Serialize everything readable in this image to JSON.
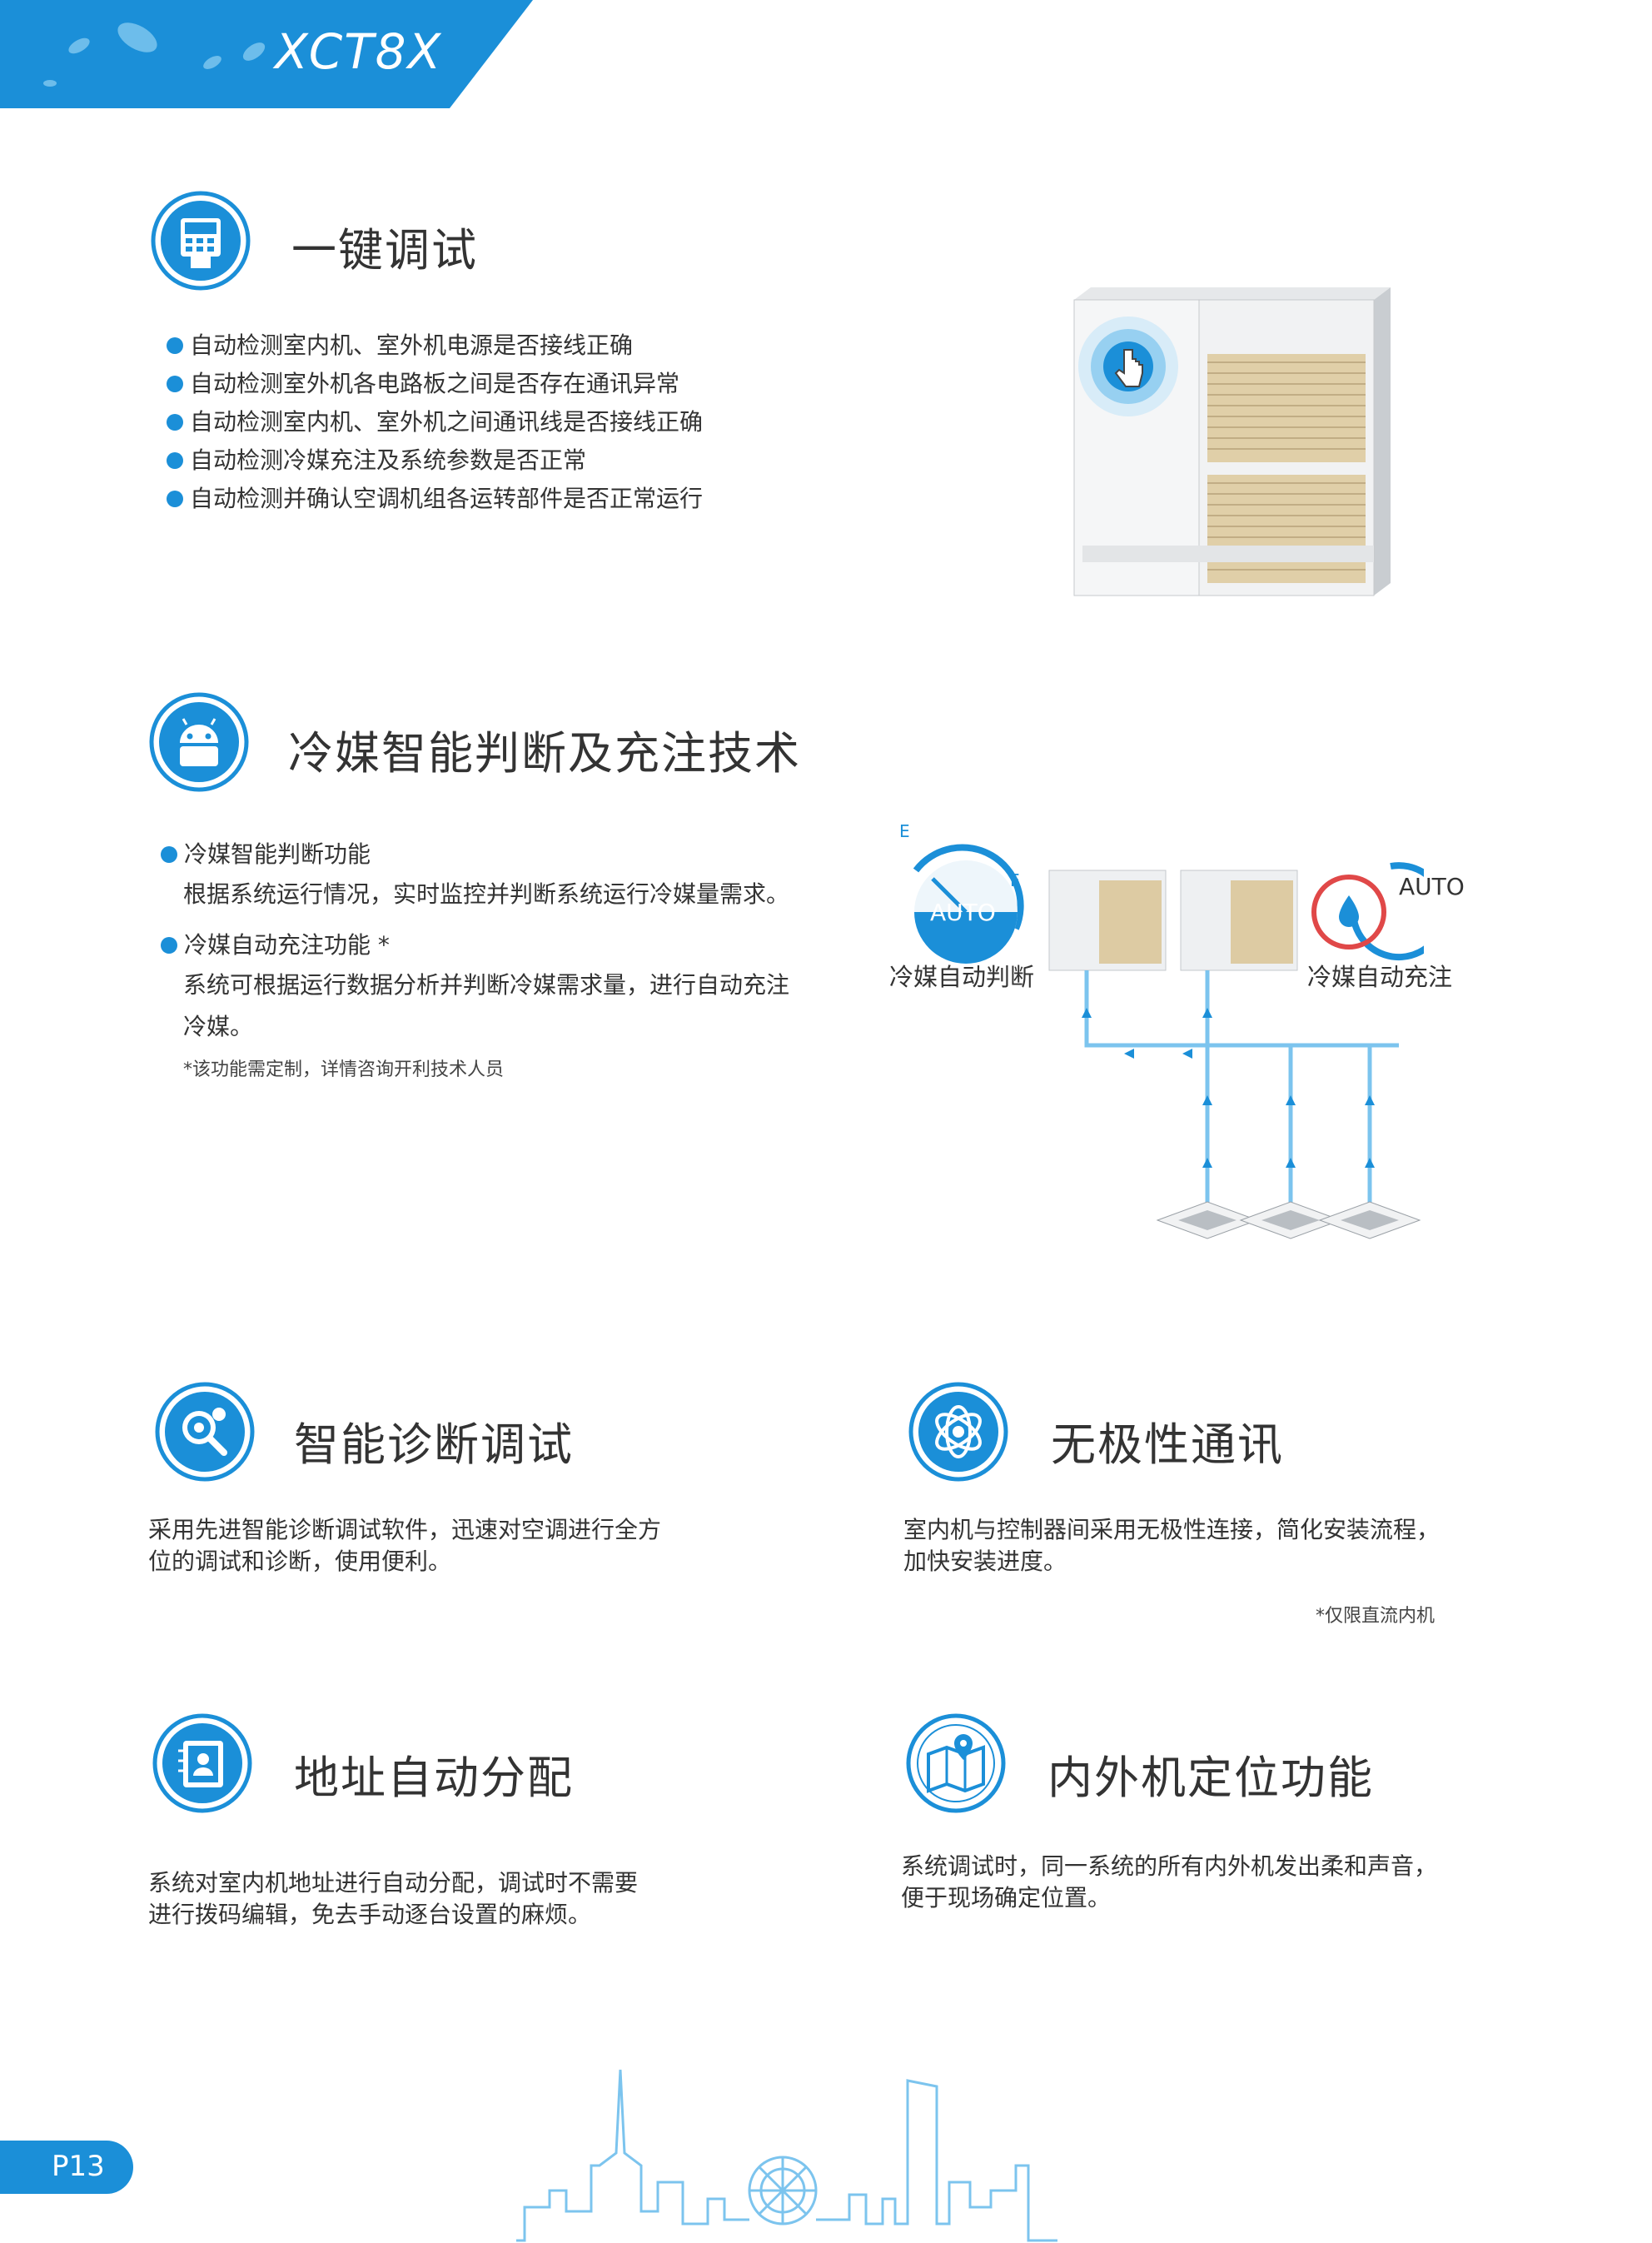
{
  "header": {
    "brand": "XCT8X"
  },
  "section1": {
    "title": "一键调试",
    "bullets": [
      "自动检测室内机、室外机电源是否接线正确",
      "自动检测室外机各电路板之间是否存在通讯异常",
      "自动检测室内机、室外机之间通讯线是否接线正确",
      "自动检测冷媒充注及系统参数是否正常",
      "自动检测并确认空调机组各运转部件是否正常运行"
    ],
    "icon": "control-panel-icon"
  },
  "section2": {
    "title": "冷媒智能判断及充注技术",
    "icon": "android-robot-icon",
    "items": [
      {
        "label": "冷媒智能判断功能",
        "desc": "根据系统运行情况，实时监控并判断系统运行冷媒量需求。"
      },
      {
        "label": "冷媒自动充注功能 *",
        "desc1": "系统可根据运行数据分析并判断冷媒需求量，进行自动充注",
        "desc2": "冷媒。"
      }
    ],
    "note": "*该功能需定制，详情咨询开利技术人员",
    "diagram": {
      "gauge_e": "E",
      "gauge_f": "F",
      "auto_left": "AUTO",
      "auto_right": "AUTO",
      "label_left": "冷媒自动判断",
      "label_right": "冷媒自动充注"
    }
  },
  "section3": {
    "title": "智能诊断调试",
    "icon": "gear-magnifier-icon",
    "text1": "采用先进智能诊断调试软件，迅速对空调进行全方",
    "text2": "位的调试和诊断，使用便利。"
  },
  "section4": {
    "title": "无极性通讯",
    "icon": "network-globe-icon",
    "text1": "室内机与控制器间采用无极性连接，简化安装流程，",
    "text2": "加快安装进度。",
    "note": "*仅限直流内机"
  },
  "section5": {
    "title": "地址自动分配",
    "icon": "address-book-icon",
    "text1": "系统对室内机地址进行自动分配，调试时不需要",
    "text2": "进行拨码编辑，免去手动逐台设置的麻烦。"
  },
  "section6": {
    "title": "内外机定位功能",
    "icon": "map-pin-icon",
    "text1": "系统调试时，同一系统的所有内外机发出柔和声音，",
    "text2": "便于现场确定位置。"
  },
  "footer": {
    "page": "P13"
  },
  "colors": {
    "brand_blue": "#1b8fd8",
    "line_blue": "#7cc4ee"
  }
}
